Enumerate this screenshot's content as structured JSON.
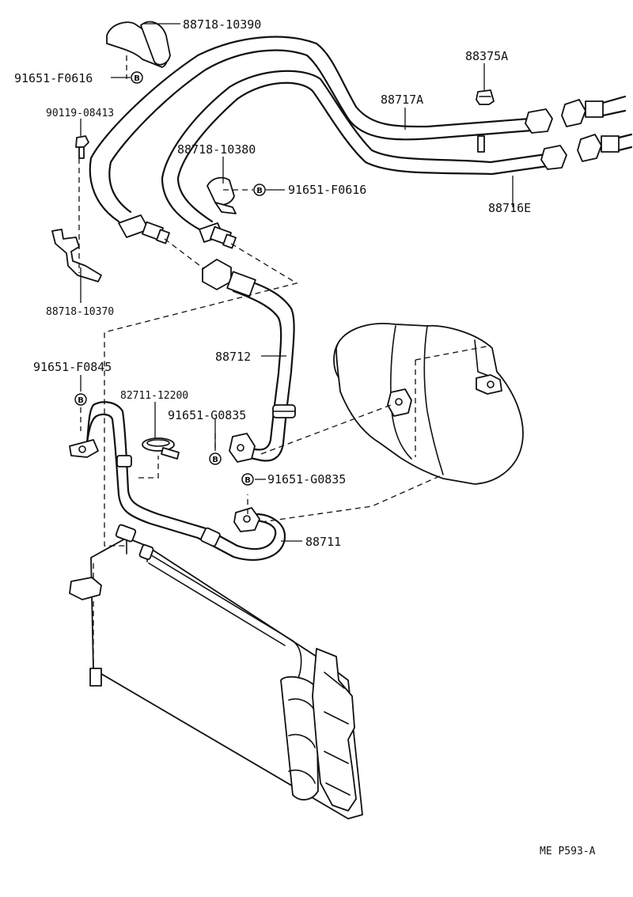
{
  "labels": {
    "p_88718_10390": "88718-10390",
    "p_91651_F0616_top": "91651-F0616",
    "p_90119_08413": "90119-08413",
    "p_88718_10370": "88718-10370",
    "p_88718_10380": "88718-10380",
    "p_91651_F0616_mid": "91651-F0616",
    "p_88375A": "88375A",
    "p_88717A": "88717A",
    "p_88716E": "88716E",
    "p_88712": "88712",
    "p_91651_F0845": "91651-F0845",
    "p_82711_12200": "82711-12200",
    "p_91651_G0835_a": "91651-G0835",
    "p_91651_G0835_b": "91651-G0835",
    "p_88711": "88711",
    "footer_code": "ME  P593-A"
  },
  "badge_letter": "B"
}
